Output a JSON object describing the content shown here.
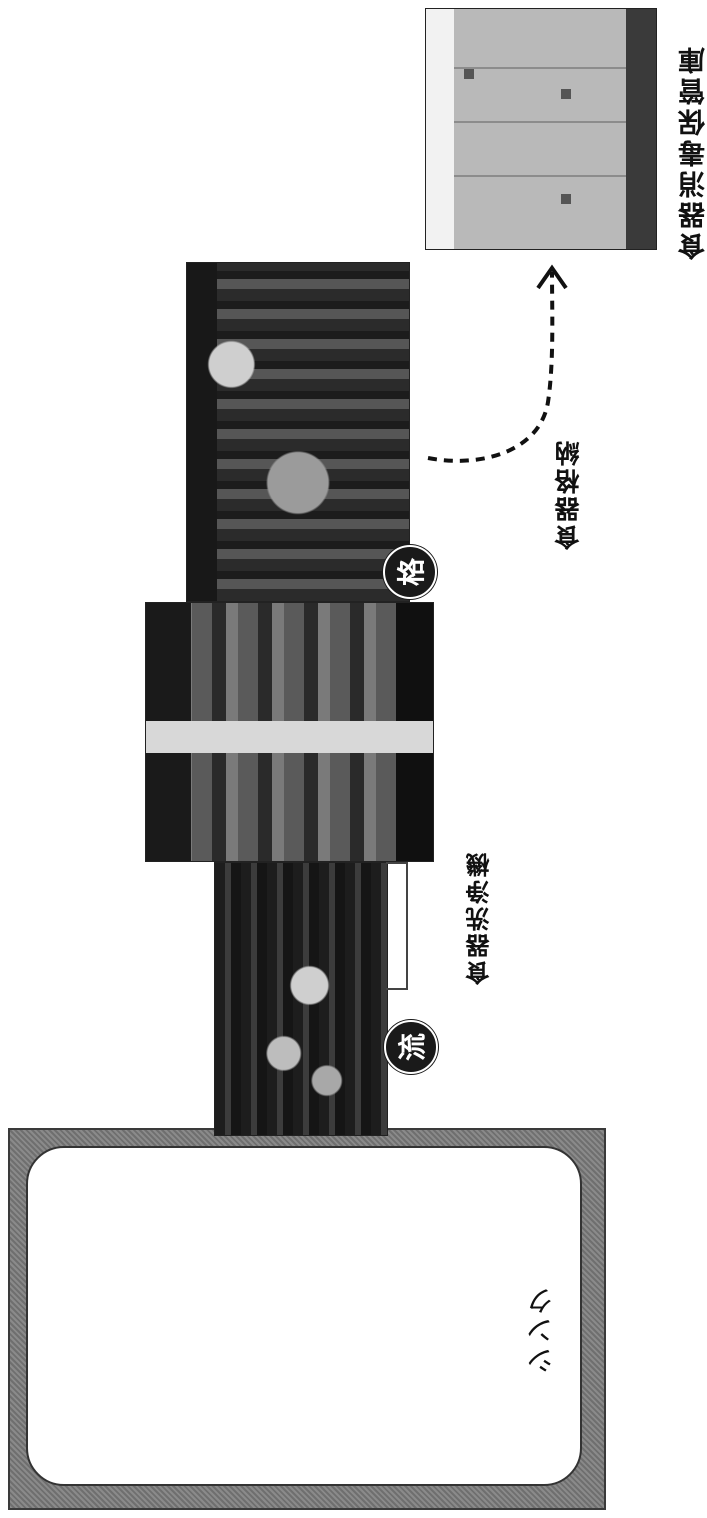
{
  "sink": {
    "label": "シンク"
  },
  "badges": {
    "ryu": "流",
    "kaku": "格"
  },
  "captions": {
    "dishwasher": "食器洗浄機",
    "dish_storage": "食器格納",
    "cabinet": "食器消毒保管庫"
  },
  "colors": {
    "badge_fill": "#1a1a1a",
    "frame_gray": "#7a7a7a",
    "text": "#111111"
  },
  "icons": {
    "arrow": "dashed-curved-arrow"
  }
}
